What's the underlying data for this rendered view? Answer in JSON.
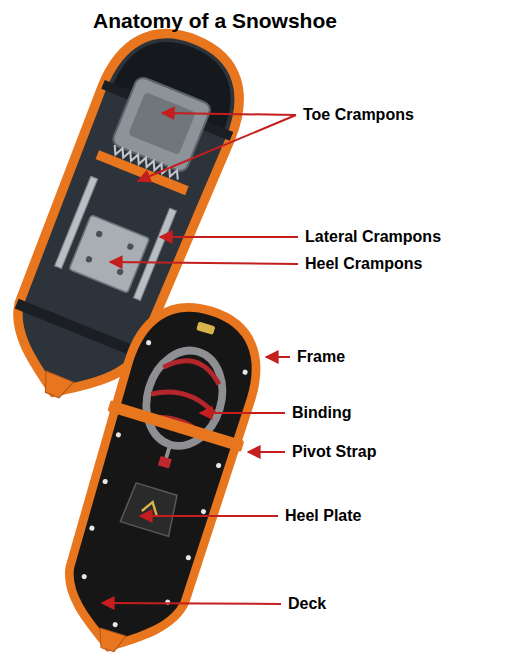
{
  "diagram": {
    "title": "Anatomy of a Snowshoe",
    "labels": [
      "Toe Crampons",
      "Lateral Crampons",
      "Heel Crampons",
      "Frame",
      "Binding",
      "Pivot Strap",
      "Heel Plate",
      "Deck"
    ]
  }
}
